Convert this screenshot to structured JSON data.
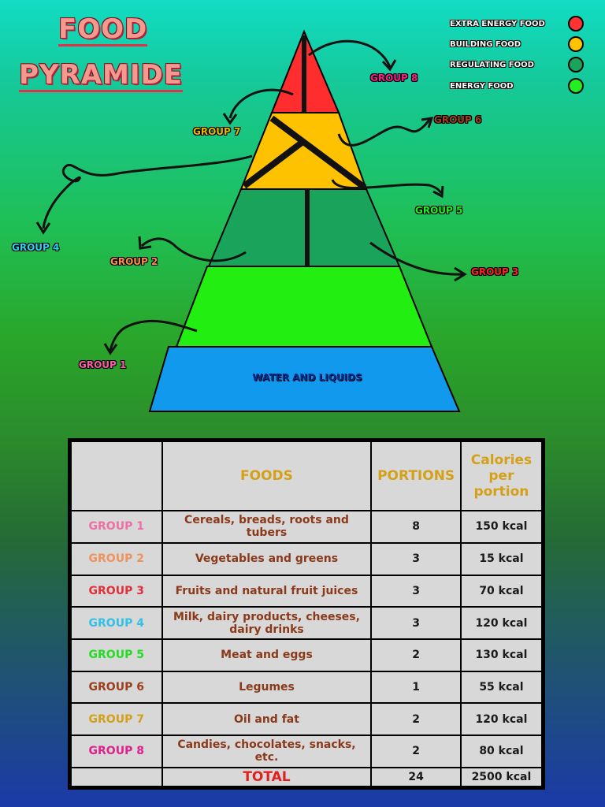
{
  "title": {
    "line1": "FOOD",
    "line2": "PYRAMIDE"
  },
  "legend": [
    {
      "label": "EXTRA ENERGY FOOD",
      "color": "#ff3333"
    },
    {
      "label": "BUILDING FOOD",
      "color": "#ffc200"
    },
    {
      "label": "REGULATING FOOD",
      "color": "#1aa35a"
    },
    {
      "label": "ENERGY FOOD",
      "color": "#22ee22"
    }
  ],
  "pyramid": {
    "base_label": "WATER AND LIQUIDS",
    "groups": [
      {
        "id": "group-1",
        "label": "GROUP 1",
        "color": "#ff5aa8"
      },
      {
        "id": "group-2",
        "label": "GROUP 2",
        "color": "#ff8c4a"
      },
      {
        "id": "group-3",
        "label": "GROUP 3",
        "color": "#ff2020"
      },
      {
        "id": "group-4",
        "label": "GROUP 4",
        "color": "#2ed0f0"
      },
      {
        "id": "group-5",
        "label": "GROUP 5",
        "color": "#22ee22"
      },
      {
        "id": "group-6",
        "label": "GROUP 6",
        "color": "#a0401a"
      },
      {
        "id": "group-7",
        "label": "GROUP 7",
        "color": "#e6b800"
      },
      {
        "id": "group-8",
        "label": "GROUP 8",
        "color": "#ff1a8c"
      }
    ]
  },
  "table": {
    "headers": [
      "",
      "FOODS",
      "PORTIONS",
      "Calories per portion"
    ],
    "rows": [
      {
        "group": "GROUP 1",
        "group_color": "#ee6fa6",
        "foods": "Cereals, breads, roots and tubers",
        "portions": "8",
        "calories": "150 kcal"
      },
      {
        "group": "GROUP 2",
        "group_color": "#f0935a",
        "foods": "Vegetables and greens",
        "portions": "3",
        "calories": "15 kcal"
      },
      {
        "group": "GROUP 3",
        "group_color": "#e0303a",
        "foods": "Fruits and natural fruit juices",
        "portions": "3",
        "calories": "70 kcal"
      },
      {
        "group": "GROUP 4",
        "group_color": "#32c0e8",
        "foods": "Milk, dairy products, cheeses, dairy drinks",
        "portions": "3",
        "calories": "120 kcal"
      },
      {
        "group": "GROUP 5",
        "group_color": "#22dd22",
        "foods": "Meat and eggs",
        "portions": "2",
        "calories": "130 kcal"
      },
      {
        "group": "GROUP 6",
        "group_color": "#9a3e1c",
        "foods": "Legumes",
        "portions": "1",
        "calories": "55 kcal"
      },
      {
        "group": "GROUP 7",
        "group_color": "#d4a017",
        "foods": "Oil and fat",
        "portions": "2",
        "calories": "120 kcal"
      },
      {
        "group": "GROUP 8",
        "group_color": "#e0208c",
        "foods": "Candies, chocolates, snacks, etc.",
        "portions": "2",
        "calories": "80 kcal"
      }
    ],
    "total": {
      "label": "TOTAL",
      "portions": "24",
      "calories": "2500 kcal"
    }
  }
}
